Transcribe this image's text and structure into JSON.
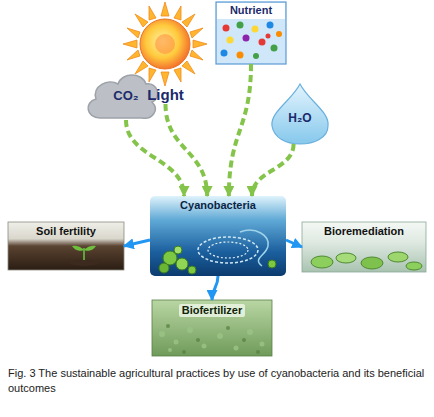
{
  "diagram": {
    "caption": "Fig. 3 The sustainable agricultural practices by use of cyanobacteria and its beneficial outcomes",
    "nodes": [
      {
        "text": [
          "CO₂"
        ]
      },
      {
        "text": [
          "Light"
        ]
      },
      {
        "text": [
          "Nutrient"
        ]
      },
      {
        "text": [
          "H₂O"
        ]
      },
      {
        "text": [
          "Cyanobacteria"
        ]
      },
      {
        "text": [
          "Soil fertility"
        ]
      },
      {
        "text": [
          "Bioremediation"
        ]
      },
      {
        "text": [
          "Biofertilizer"
        ]
      }
    ],
    "edges": [
      {
        "from": 0,
        "to": 4,
        "arrow": "to"
      },
      {
        "from": 1,
        "to": 4,
        "arrow": "to"
      },
      {
        "from": 2,
        "to": 4,
        "arrow": "to"
      },
      {
        "from": 3,
        "to": 4,
        "arrow": "to"
      },
      {
        "from": 4,
        "to": 5,
        "arrow": "to"
      },
      {
        "from": 4,
        "to": 6,
        "arrow": "to"
      },
      {
        "from": 4,
        "to": 7,
        "arrow": "to"
      }
    ]
  }
}
